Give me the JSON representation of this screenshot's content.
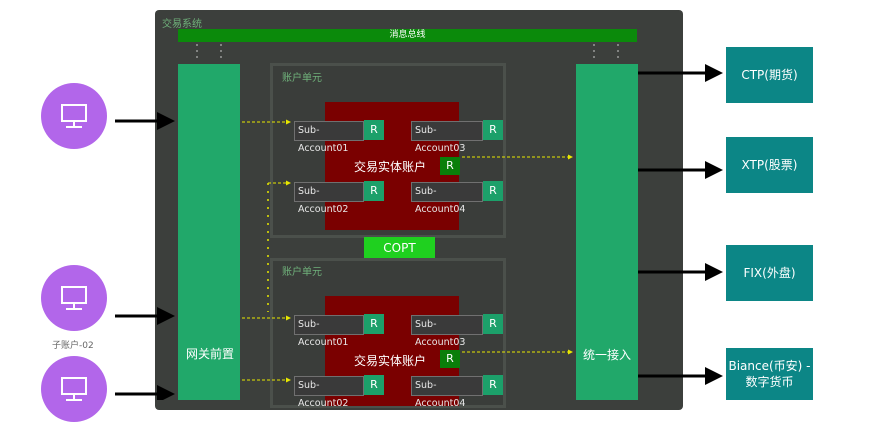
{
  "system": {
    "title": "交易系统",
    "bus_label": "消息总线"
  },
  "gateway_label": "网关前置",
  "unified_label": "统一接入",
  "copt_label": "COPT",
  "account_units": [
    {
      "title": "账户单元",
      "entity_label": "交易实体账户",
      "entity_badge": "R",
      "subs": [
        {
          "name": "Sub-Account01",
          "badge": "R"
        },
        {
          "name": "Sub-Account03",
          "badge": "R"
        },
        {
          "name": "Sub-Account02",
          "badge": "R"
        },
        {
          "name": "Sub-Account04",
          "badge": "R"
        }
      ]
    },
    {
      "title": "账户单元",
      "entity_label": "交易实体账户",
      "entity_badge": "R",
      "subs": [
        {
          "name": "Sub-Account01",
          "badge": "R"
        },
        {
          "name": "Sub-Account03",
          "badge": "R"
        },
        {
          "name": "Sub-Account02",
          "badge": "R"
        },
        {
          "name": "Sub-Account04",
          "badge": "R"
        }
      ]
    }
  ],
  "client_label": "子账户-02",
  "externals": [
    {
      "label": "CTP(期货)"
    },
    {
      "label": "XTP(股票)"
    },
    {
      "label": "FIX(外盘)"
    },
    {
      "label": "Biance(币安) - 数字货币"
    }
  ],
  "colors": {
    "system_bg": "#3c3f3c",
    "bus": "#0b8a0b",
    "gateway": "#21a86a",
    "entity_account": "#7a0000",
    "copt": "#1fd01f",
    "client": "#b266ea",
    "external": "#0c8686"
  }
}
